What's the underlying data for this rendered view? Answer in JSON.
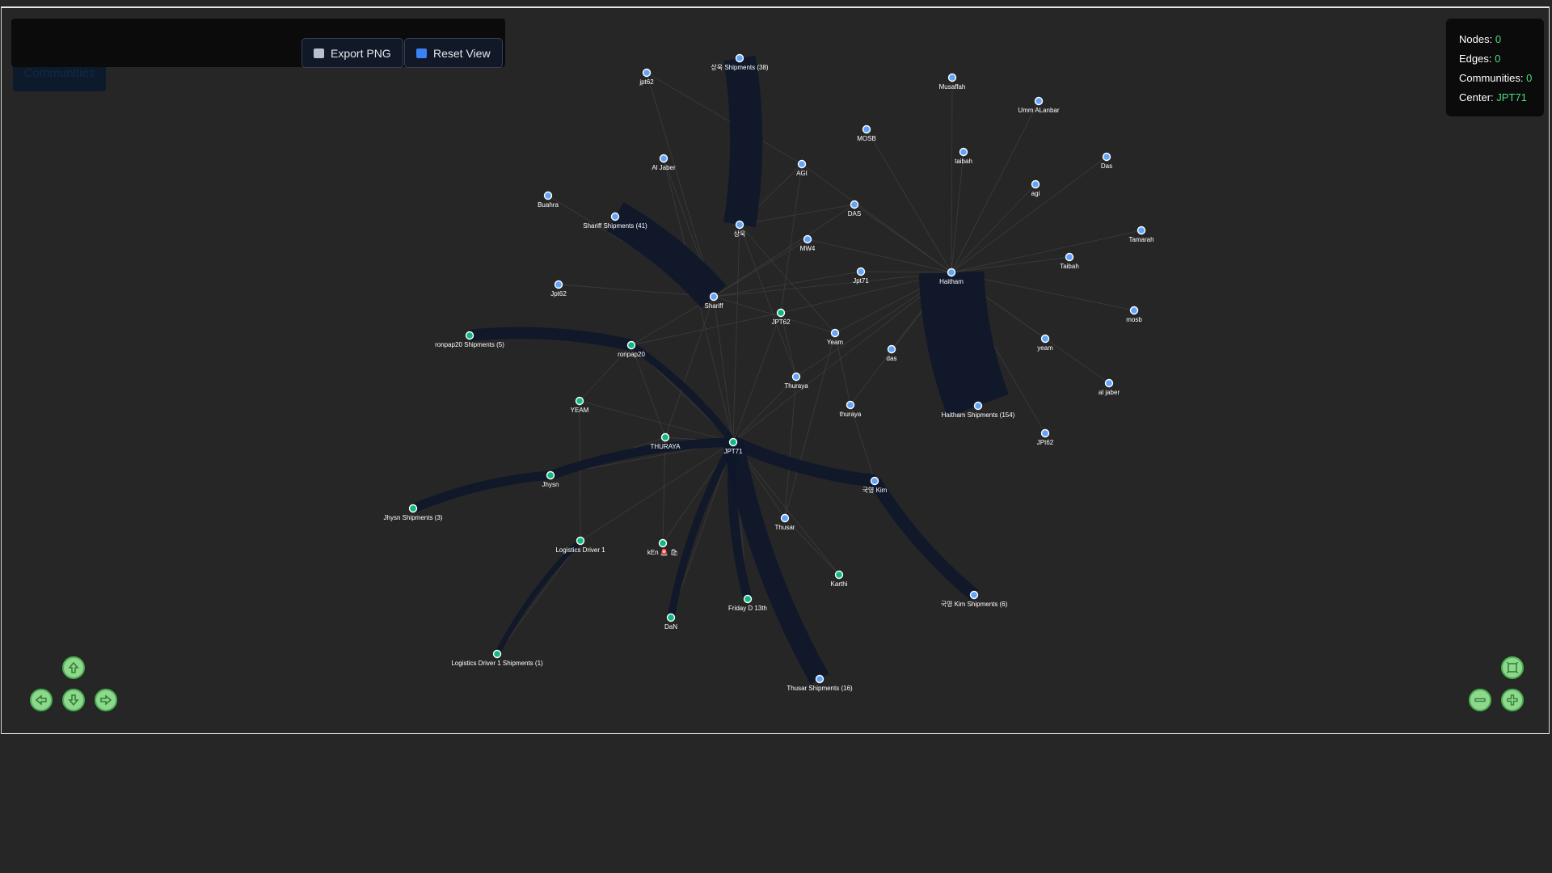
{
  "toolbar": {
    "export_label": "Export PNG",
    "reset_label": "Reset View"
  },
  "communities_button": "Communities",
  "stats": {
    "nodes_label": "Nodes:",
    "nodes_value": "0",
    "edges_label": "Edges:",
    "edges_value": "0",
    "communities_label": "Communities:",
    "communities_value": "0",
    "center_label": "Center:",
    "center_value": "JPT71"
  },
  "colors": {
    "background": "#262626",
    "node_blue": "#60a5fa",
    "node_green": "#10b981",
    "edge": "#3a3a3a",
    "flow": "#0f172a",
    "stat_value": "#4ade80",
    "nav_button": "#8ed88e"
  },
  "nav_icons": [
    "arrow-up-icon",
    "arrow-left-icon",
    "arrow-down-icon",
    "arrow-right-icon",
    "fit-view-icon",
    "zoom-out-icon",
    "zoom-in-icon"
  ],
  "graph": {
    "nodes": [
      {
        "id": "sangwook_shipments",
        "label": "상욱 Shipments (38)",
        "type": "blue"
      },
      {
        "id": "jpt62_top",
        "label": "jpt62",
        "type": "blue"
      },
      {
        "id": "musaffah",
        "label": "Musaffah",
        "type": "blue"
      },
      {
        "id": "umm_alanbar",
        "label": "Umm ALanbar",
        "type": "blue"
      },
      {
        "id": "mosb_upper",
        "label": "MOSB",
        "type": "blue"
      },
      {
        "id": "al_jaber_upper",
        "label": "Al Jaber",
        "type": "blue"
      },
      {
        "id": "agi_upper",
        "label": "AGI",
        "type": "blue"
      },
      {
        "id": "taibah_lower",
        "label": "taibah",
        "type": "blue"
      },
      {
        "id": "das_lower",
        "label": "Das",
        "type": "blue"
      },
      {
        "id": "agi_lower",
        "label": "agi",
        "type": "blue"
      },
      {
        "id": "buahra",
        "label": "Buahra",
        "type": "blue"
      },
      {
        "id": "shariff_shipments",
        "label": "Shariff Shipments (41)",
        "type": "blue"
      },
      {
        "id": "das_upper",
        "label": "DAS",
        "type": "blue"
      },
      {
        "id": "sangwook",
        "label": "상욱",
        "type": "blue"
      },
      {
        "id": "mw4",
        "label": "MW4",
        "type": "blue"
      },
      {
        "id": "tamarah",
        "label": "Tamarah",
        "type": "blue"
      },
      {
        "id": "taibah_upper",
        "label": "Taibah",
        "type": "blue"
      },
      {
        "id": "jpt71_small",
        "label": "Jpt71",
        "type": "blue"
      },
      {
        "id": "haitham",
        "label": "Haitham",
        "type": "blue"
      },
      {
        "id": "jpt62_mid",
        "label": "Jpt62",
        "type": "blue"
      },
      {
        "id": "shariff",
        "label": "Shariff",
        "type": "blue"
      },
      {
        "id": "jpt62_green",
        "label": "JPT62",
        "type": "green"
      },
      {
        "id": "mosb_lower",
        "label": "mosb",
        "type": "blue"
      },
      {
        "id": "ronpap20_shipments",
        "label": "ronpap20 Shipments (5)",
        "type": "green"
      },
      {
        "id": "ronpap20",
        "label": "ronpap20",
        "type": "green"
      },
      {
        "id": "yeam_upper",
        "label": "Yeam",
        "type": "blue"
      },
      {
        "id": "das_small",
        "label": "das",
        "type": "blue"
      },
      {
        "id": "yeam_lower",
        "label": "yeam",
        "type": "blue"
      },
      {
        "id": "thuraya_upper",
        "label": "Thuraya",
        "type": "blue"
      },
      {
        "id": "al_jaber_lower",
        "label": "al jaber",
        "type": "blue"
      },
      {
        "id": "yeam_caps",
        "label": "YEAM",
        "type": "green"
      },
      {
        "id": "thuraya_lower",
        "label": "thuraya",
        "type": "blue"
      },
      {
        "id": "haitham_shipments",
        "label": "Haitham Shipments (154)",
        "type": "blue"
      },
      {
        "id": "thuraya_caps",
        "label": "THURAYA",
        "type": "green"
      },
      {
        "id": "jpt71",
        "label": "JPT71",
        "type": "green"
      },
      {
        "id": "jpt62_lower",
        "label": "JPt62",
        "type": "blue"
      },
      {
        "id": "jhysn",
        "label": "Jhysn",
        "type": "green"
      },
      {
        "id": "gukyoung_kim",
        "label": "국영 Kim",
        "type": "blue"
      },
      {
        "id": "jhysn_shipments",
        "label": "Jhysn Shipments (3)",
        "type": "green"
      },
      {
        "id": "thusar",
        "label": "Thusar",
        "type": "blue"
      },
      {
        "id": "logistics_driver_1",
        "label": "Logistics Driver 1",
        "type": "green"
      },
      {
        "id": "ken",
        "label": "kEn 🚨 🛍",
        "type": "green"
      },
      {
        "id": "karthi",
        "label": "Karthi",
        "type": "green"
      },
      {
        "id": "gukyoung_shipments",
        "label": "국영 Kim Shipments (6)",
        "type": "blue"
      },
      {
        "id": "friday_d_13th",
        "label": "Friday D 13th",
        "type": "green"
      },
      {
        "id": "dan",
        "label": "DaN",
        "type": "green"
      },
      {
        "id": "logistics_driver_1_shipments",
        "label": "Logistics Driver 1 Shipments (1)",
        "type": "green"
      },
      {
        "id": "thusar_shipments",
        "label": "Thusar Shipments (16)",
        "type": "blue"
      }
    ],
    "edges": [
      [
        "jpt71",
        "shariff"
      ],
      [
        "jpt71",
        "sangwook"
      ],
      [
        "jpt71",
        "haitham"
      ],
      [
        "jpt71",
        "ronpap20"
      ],
      [
        "jpt71",
        "jhysn"
      ],
      [
        "jpt71",
        "gukyoung_kim"
      ],
      [
        "jpt71",
        "thusar"
      ],
      [
        "jpt71",
        "friday_d_13th"
      ],
      [
        "jpt71",
        "dan"
      ],
      [
        "jpt71",
        "ken"
      ],
      [
        "jpt71",
        "thuraya_caps"
      ],
      [
        "jpt71",
        "yeam_caps"
      ],
      [
        "jpt71",
        "jpt62_green"
      ],
      [
        "jpt71",
        "al_jaber_upper"
      ],
      [
        "jpt71",
        "thuraya_upper"
      ],
      [
        "jpt71",
        "karthi"
      ],
      [
        "jpt71",
        "logistics_driver_1"
      ],
      [
        "haitham",
        "musaffah"
      ],
      [
        "haitham",
        "umm_alanbar"
      ],
      [
        "haitham",
        "mosb_upper"
      ],
      [
        "haitham",
        "taibah_lower"
      ],
      [
        "haitham",
        "das_lower"
      ],
      [
        "haitham",
        "agi_lower"
      ],
      [
        "haitham",
        "tamarah"
      ],
      [
        "haitham",
        "taibah_upper"
      ],
      [
        "haitham",
        "mosb_lower"
      ],
      [
        "haitham",
        "yeam_lower"
      ],
      [
        "haitham",
        "al_jaber_lower"
      ],
      [
        "haitham",
        "jpt62_lower"
      ],
      [
        "haitham",
        "jpt71_small"
      ],
      [
        "haitham",
        "das_upper"
      ],
      [
        "haitham",
        "mw4"
      ],
      [
        "haitham",
        "yeam_upper"
      ],
      [
        "haitham",
        "das_small"
      ],
      [
        "haitham",
        "thuraya_lower"
      ],
      [
        "haitham",
        "thuraya_upper"
      ],
      [
        "haitham",
        "jpt62_green"
      ],
      [
        "haitham",
        "shariff"
      ],
      [
        "haitham",
        "agi_upper"
      ],
      [
        "shariff",
        "jpt62_top"
      ],
      [
        "shariff",
        "buahra"
      ],
      [
        "shariff",
        "jpt62_mid"
      ],
      [
        "shariff",
        "al_jaber_upper"
      ],
      [
        "shariff",
        "das_upper"
      ],
      [
        "shariff",
        "mw4"
      ],
      [
        "shariff",
        "yeam_upper"
      ],
      [
        "shariff",
        "ronpap20"
      ],
      [
        "shariff",
        "thuraya_caps"
      ],
      [
        "shariff",
        "jpt71_small"
      ],
      [
        "sangwook",
        "agi_upper"
      ],
      [
        "sangwook",
        "das_upper"
      ],
      [
        "sangwook",
        "thuraya_upper"
      ],
      [
        "sangwook",
        "yeam_upper"
      ],
      [
        "jpt62_green",
        "agi_upper"
      ],
      [
        "jpt62_green",
        "ronpap20"
      ],
      [
        "jpt62_green",
        "thuraya_upper"
      ],
      [
        "thuraya_upper",
        "thusar"
      ],
      [
        "yeam_upper",
        "thuraya_lower"
      ],
      [
        "yeam_upper",
        "thusar"
      ],
      [
        "ronpap20",
        "thuraya_caps"
      ],
      [
        "ronpap20",
        "yeam_caps"
      ],
      [
        "logistics_driver_1",
        "yeam_caps"
      ],
      [
        "logistics_driver_1",
        "logistics_driver_1_shipments"
      ],
      [
        "jhysn",
        "thuraya_caps"
      ],
      [
        "thusar",
        "karthi"
      ],
      [
        "thuraya_lower",
        "gukyoung_kim"
      ],
      [
        "ken",
        "thuraya_caps"
      ],
      [
        "jpt62_top",
        "agi_upper"
      ]
    ],
    "flows": [
      {
        "from": "haitham",
        "to": "haitham_shipments",
        "value": 154
      },
      {
        "from": "shariff",
        "to": "shariff_shipments",
        "value": 41
      },
      {
        "from": "sangwook",
        "to": "sangwook_shipments",
        "value": 38
      },
      {
        "from": "jpt71",
        "to": "thusar_shipments",
        "value": 16
      },
      {
        "from": "jpt71",
        "to": "gukyoung_kim",
        "value": 6
      },
      {
        "from": "gukyoung_kim",
        "to": "gukyoung_shipments",
        "value": 6
      },
      {
        "from": "ronpap20",
        "to": "ronpap20_shipments",
        "value": 5
      },
      {
        "from": "jpt71",
        "to": "jhysn",
        "value": 3
      },
      {
        "from": "jhysn",
        "to": "jhysn_shipments",
        "value": 3
      },
      {
        "from": "jpt71",
        "to": "friday_d_13th",
        "value": 3
      },
      {
        "from": "jpt71",
        "to": "dan",
        "value": 2
      },
      {
        "from": "jpt71",
        "to": "ronpap20",
        "value": 2
      },
      {
        "from": "logistics_driver_1",
        "to": "logistics_driver_1_shipments",
        "value": 1
      }
    ]
  }
}
